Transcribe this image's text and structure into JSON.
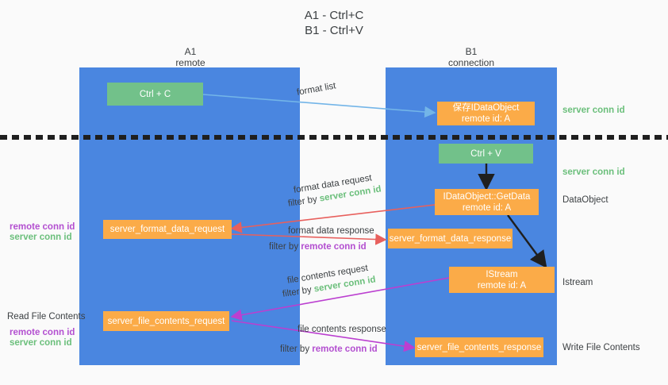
{
  "title": {
    "line1": "A1 - Ctrl+C",
    "line2": "B1 - Ctrl+V"
  },
  "columns": [
    {
      "name": "A1",
      "sub": "remote"
    },
    {
      "name": "B1",
      "sub": "connection"
    }
  ],
  "boxes": {
    "ctrl_c": "Ctrl + C",
    "ctrl_v": "Ctrl + V",
    "save_idataobject_l1": "保存IDataObject",
    "save_idataobject_l2": "remote id: A",
    "getdata_l1": "IDataObject::GetData",
    "getdata_l2": "remote id: A",
    "istream_l1": "IStream",
    "istream_l2": "remote id: A",
    "server_format_data_request": "server_format_data_request",
    "server_format_data_response": "server_format_data_response",
    "server_file_contents_request": "server_file_contents_request",
    "server_file_contents_response": "server_file_contents_response"
  },
  "right_labels": {
    "server_conn_id_top": "server conn id",
    "server_conn_id_mid": "server conn id",
    "dataobject": "DataObject",
    "istream": "Istream",
    "write_file_contents": "Write File Contents"
  },
  "left_labels": {
    "remote_conn_id_1": "remote conn id",
    "server_conn_id_1": "server conn id",
    "read_file_contents": "Read File Contents",
    "remote_conn_id_2": "remote conn id",
    "server_conn_id_2": "server conn id"
  },
  "edges": {
    "format_list": "format list",
    "format_data_request": "format data request",
    "format_data_request_filter_prefix": "filter by ",
    "format_data_request_filter_value": "server conn id",
    "format_data_response": "format data response",
    "format_data_response_filter_prefix": "filter by ",
    "format_data_response_filter_value": "remote conn id",
    "file_contents_request": "file contents request",
    "file_contents_request_filter_prefix": "filter by ",
    "file_contents_request_filter_value": "server conn id",
    "file_contents_response": "file contents response",
    "file_contents_response_filter_prefix": "filter by ",
    "file_contents_response_filter_value": "remote conn id"
  },
  "colors": {
    "column": "#4a86e0",
    "green_box": "#72c18a",
    "orange_box": "#fbab48",
    "green_text": "#6bbf7b",
    "purple_text": "#b34fd0",
    "red_arrow": "#e8605d",
    "magenta_arrow": "#bb3fd0",
    "blue_arrow": "#73b5e8",
    "black_arrow": "#1f1f1f"
  }
}
